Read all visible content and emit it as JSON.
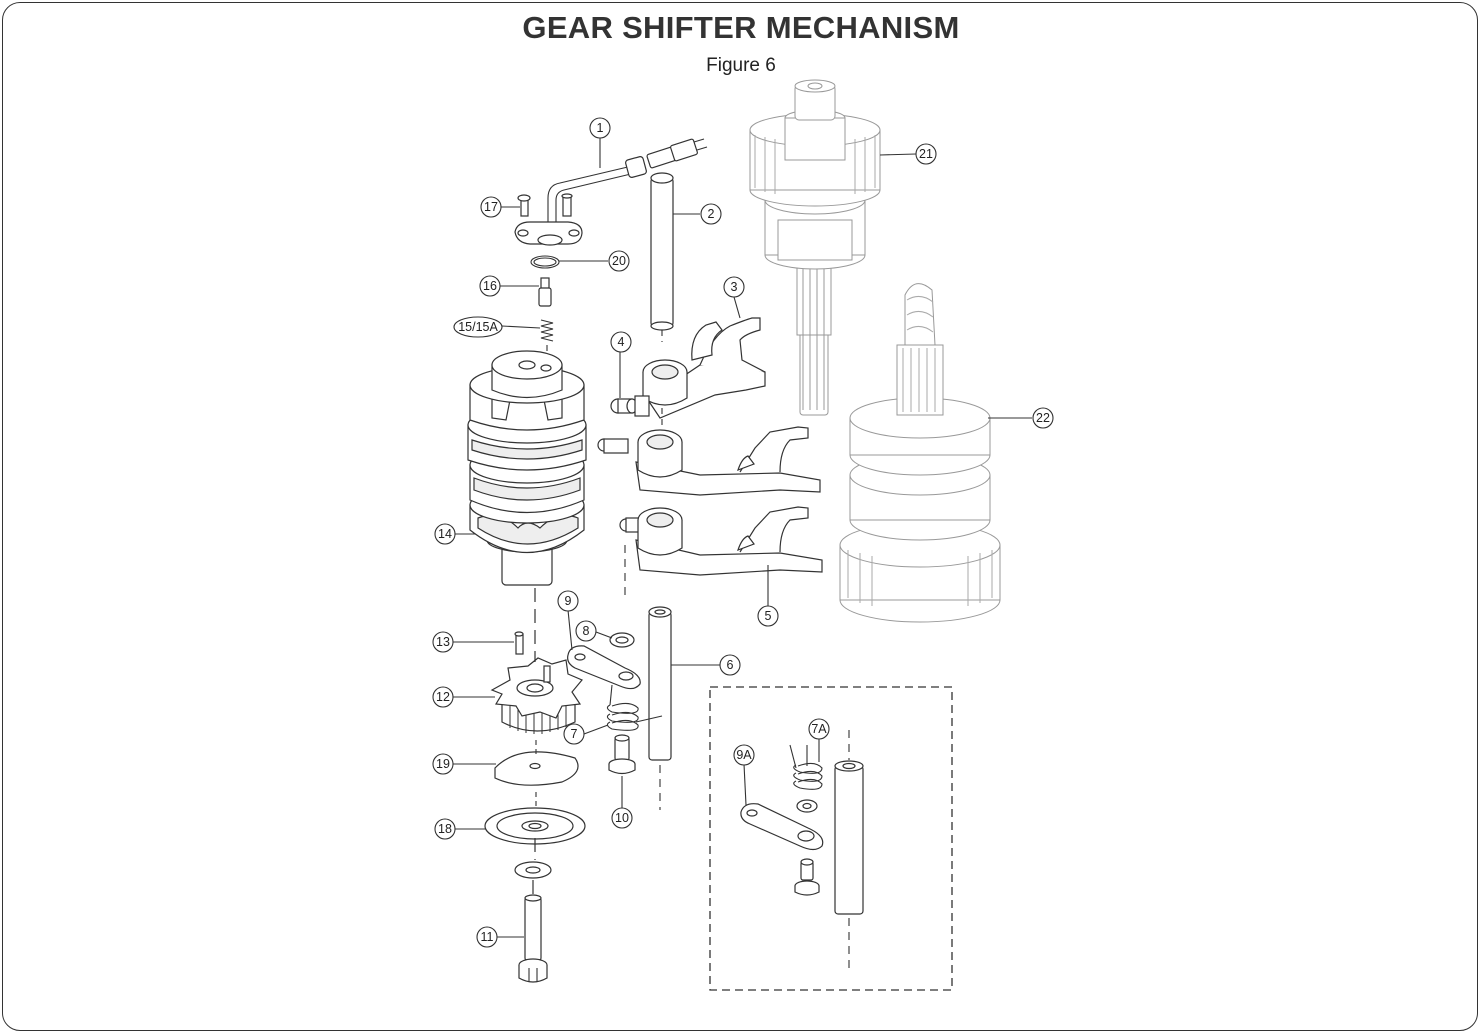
{
  "title": "GEAR SHIFTER MECHANISM",
  "figure": "Figure 6",
  "callouts": {
    "c1": "1",
    "c2": "2",
    "c3": "3",
    "c4": "4",
    "c5": "5",
    "c6": "6",
    "c7": "7",
    "c7A": "7A",
    "c8": "8",
    "c9": "9",
    "c9A": "9A",
    "c10": "10",
    "c11": "11",
    "c12": "12",
    "c13": "13",
    "c14": "14",
    "c15": "15/15A",
    "c16": "16",
    "c17": "17",
    "c18": "18",
    "c19": "19",
    "c20": "20",
    "c21": "21",
    "c22": "22"
  }
}
